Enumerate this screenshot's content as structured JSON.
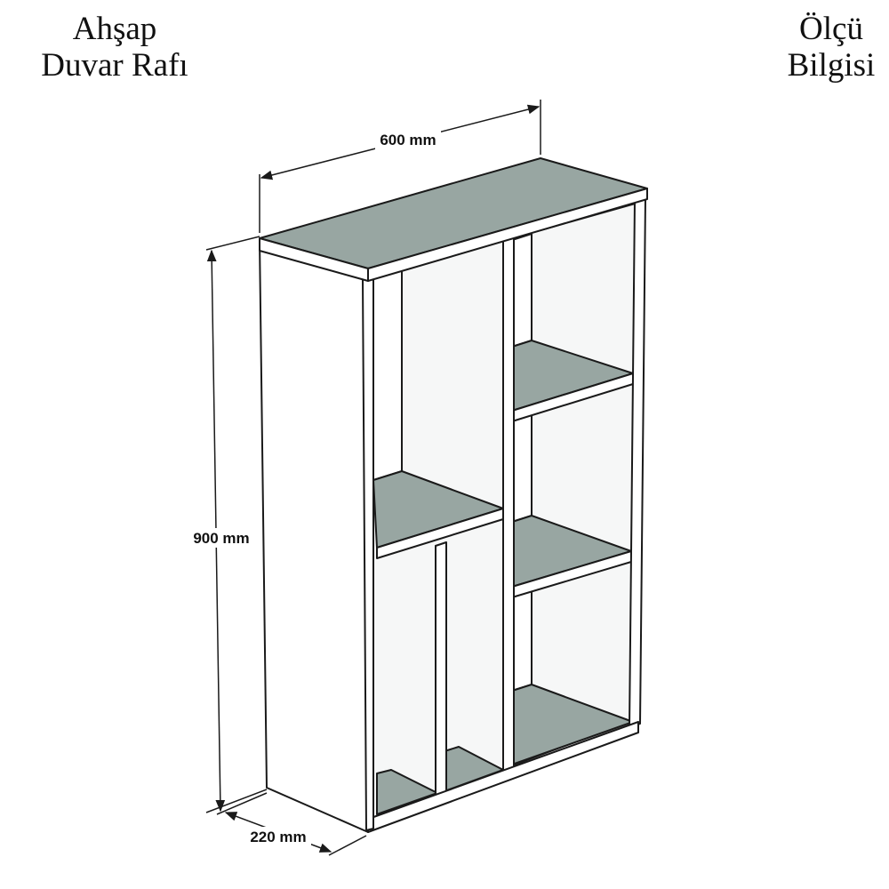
{
  "product_title": {
    "line1": "Ahşap",
    "line2": "Duvar Rafı"
  },
  "info_title": {
    "line1": "Ölçü",
    "line2": "Bilgisi"
  },
  "dimensions": {
    "width": "600 mm",
    "height": "900 mm",
    "depth": "220 mm"
  },
  "colors": {
    "panel_white": "#ffffff",
    "inner_back": "#f5f6f6",
    "shelf_top_gray": "#98a6a2",
    "outline": "#1a1a1a"
  }
}
